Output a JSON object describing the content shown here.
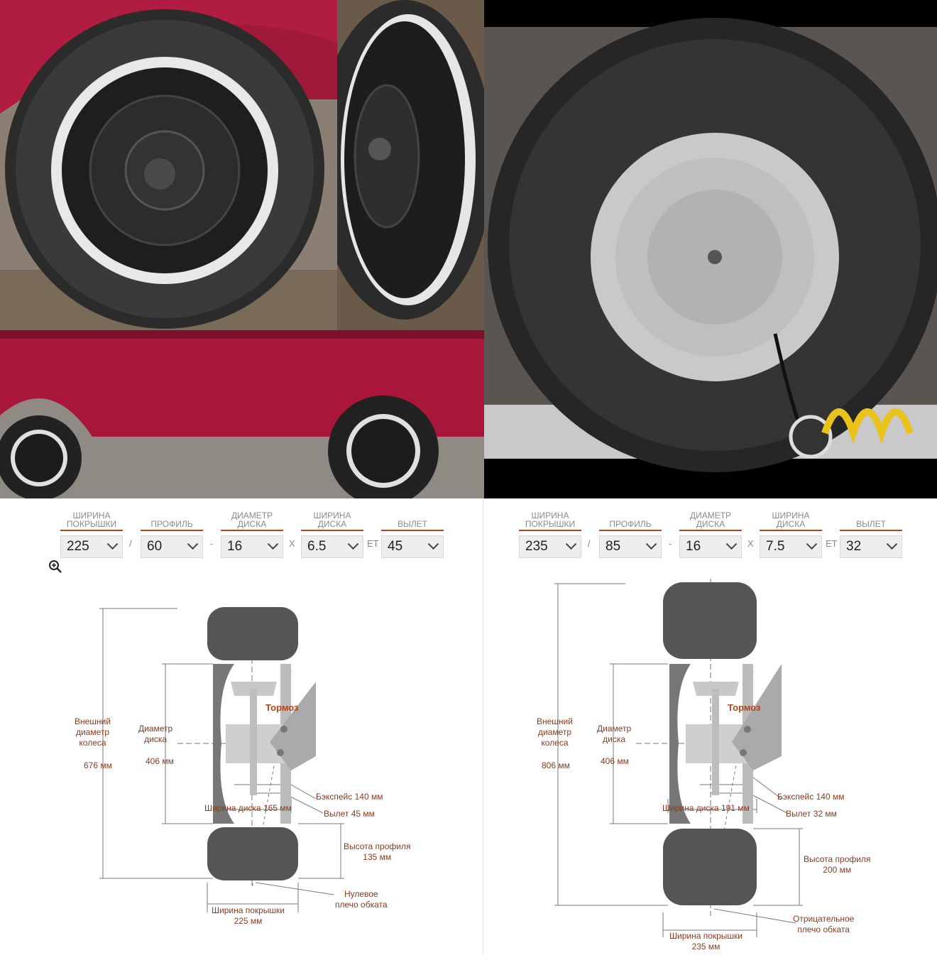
{
  "left_selectors": [
    {
      "label": "ШИРИНА ПОКРЫШКИ",
      "value": "225"
    },
    {
      "label": "ПРОФИЛЬ",
      "value": "60"
    },
    {
      "label": "ДИАМЕТР ДИСКА",
      "value": "16"
    },
    {
      "label": "ШИРИНА ДИСКА",
      "value": "6.5"
    },
    {
      "label": "ВЫЛЕТ",
      "value": "45"
    }
  ],
  "right_selectors": [
    {
      "label": "ШИРИНА ПОКРЫШКИ",
      "value": "235"
    },
    {
      "label": "ПРОФИЛЬ",
      "value": "85"
    },
    {
      "label": "ДИАМЕТР ДИСКА",
      "value": "16"
    },
    {
      "label": "ШИРИНА ДИСКА",
      "value": "7.5"
    },
    {
      "label": "ВЫЛЕТ",
      "value": "32"
    }
  ],
  "separators": {
    "slash": "/",
    "dash": "-",
    "times": "X",
    "et": "ET"
  },
  "left_diagram": {
    "outer_label": "Внешний\nдиаметр\nколеса",
    "outer_value": "676 мм",
    "rim_label": "Диаметр\nдиска",
    "rim_value": "406 мм",
    "brake": "Тормоз",
    "backspace": "Бэкспейс 140 мм",
    "rim_width": "Ширина диска 165 мм",
    "offset": "Вылет 45 мм",
    "profile_height": "Высота профиля\n135 мм",
    "scrub": "Нулевое\nплечо обката",
    "tire_width": "Ширина покрышки\n225 мм"
  },
  "right_diagram": {
    "outer_label": "Внешний\nдиаметр\nколеса",
    "outer_value": "806 мм",
    "rim_label": "Диаметр\nдиска",
    "rim_value": "406 мм",
    "brake": "Тормоз",
    "backspace": "Бэкспейс 140 мм",
    "rim_width": "Ширина диска 191 мм",
    "offset": "Вылет 32 мм",
    "profile_height": "Высота профиля\n200 мм",
    "scrub": "Отрицательное\nплечо обката",
    "tire_width": "Ширина покрышки\n235 мм"
  },
  "colors": {
    "accent": "#b3441e",
    "tire": "#555555",
    "van": "#a8163a"
  }
}
